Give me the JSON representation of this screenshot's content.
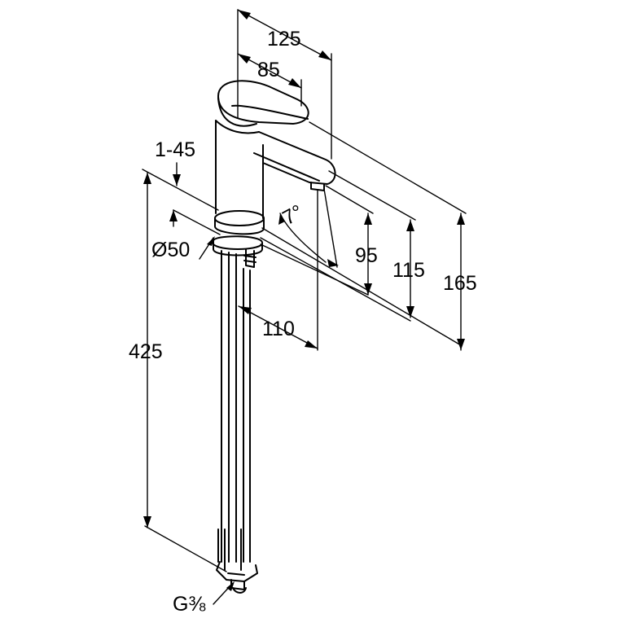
{
  "dimensions": {
    "overall_depth": "125",
    "lever_length": "85",
    "hole_range": "1-45",
    "base_diameter": "Ø50",
    "spout_angle": "7°",
    "outlet_height": "95",
    "spout_height": "115",
    "total_height": "165",
    "projection": "110",
    "hose_length": "425",
    "thread": "G⅜"
  }
}
